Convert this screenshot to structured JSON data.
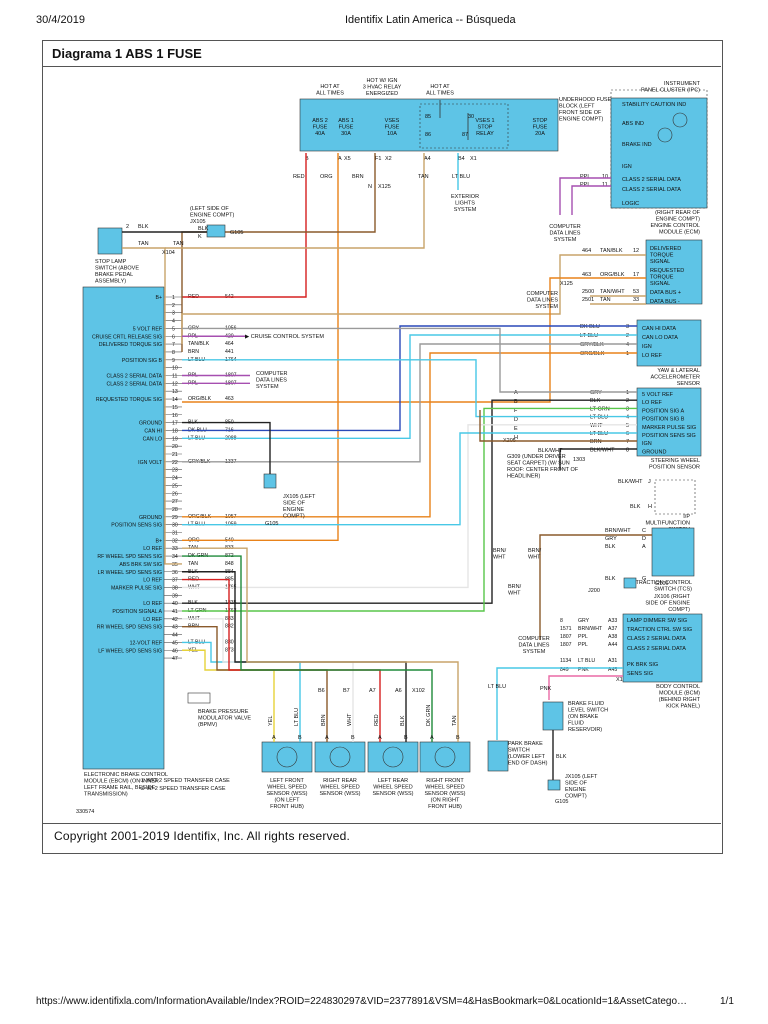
{
  "header": {
    "date": "30/4/2019",
    "title": "Identifix Latin America -- Búsqueda"
  },
  "diagram": {
    "title": "Diagrama 1 ABS 1 FUSE",
    "copyright": "Copyright 2001-2019 Identifix, Inc. All rights reserved.",
    "figure_number": "330574",
    "hot_labels": [
      "HOT AT ALL TIMES",
      "HOT W/ IGN 3 HVAC RELAY ENERGIZED",
      "HOT AT ALL TIMES"
    ],
    "fuse_block_label": "UNDERHOOD FUSE BLOCK (LEFT FRONT SIDE OF ENGINE COMPT)",
    "fuses": [
      {
        "name": "ABS 2 FUSE",
        "rating": "40A"
      },
      {
        "name": "ABS 1 FUSE",
        "rating": "30A"
      },
      {
        "name": "VSES FUSE",
        "rating": "10A"
      },
      {
        "name": "VSES 1 STOP RELAY",
        "rating": ""
      },
      {
        "name": "STOP FUSE",
        "rating": "20A"
      }
    ],
    "relay_pins": [
      "85",
      "30",
      "86",
      "87"
    ],
    "fuse_pins": [
      "B",
      "A",
      "X5",
      "F1",
      "X2",
      "A4",
      "B4",
      "X1"
    ],
    "ebcm": {
      "name": "ELECTRONIC BRAKE CONTROL MODULE (EBCM) (ON INNER LEFT FRAME RAIL, BESIDE TRANSMISSION)",
      "pins": [
        {
          "n": "1",
          "label": "B+",
          "color": "RED",
          "circuit": "542"
        },
        {
          "n": "2",
          "label": "",
          "color": "",
          "circuit": ""
        },
        {
          "n": "3",
          "label": "",
          "color": "",
          "circuit": ""
        },
        {
          "n": "4",
          "label": "",
          "color": "",
          "circuit": ""
        },
        {
          "n": "5",
          "label": "5 VOLT REF",
          "color": "GRY",
          "circuit": "1056"
        },
        {
          "n": "6",
          "label": "CRUISE CRTL RELEASE SIG",
          "color": "PPL",
          "circuit": "420"
        },
        {
          "n": "7",
          "label": "DELIVERED TORQUE SIG",
          "color": "TAN/BLK",
          "circuit": "464"
        },
        {
          "n": "8",
          "label": "",
          "color": "BRN",
          "circuit": "441"
        },
        {
          "n": "9",
          "label": "POSITION SIG B",
          "color": "LT BLU",
          "circuit": "1764"
        },
        {
          "n": "10",
          "label": "",
          "color": "",
          "circuit": ""
        },
        {
          "n": "11",
          "label": "CLASS 2 SERIAL DATA",
          "color": "PPL",
          "circuit": "1807"
        },
        {
          "n": "12",
          "label": "CLASS 2 SERIAL DATA",
          "color": "PPL",
          "circuit": "1807"
        },
        {
          "n": "13",
          "label": "",
          "color": "",
          "circuit": ""
        },
        {
          "n": "14",
          "label": "REQUESTED TORQUE SIG",
          "color": "ORG/BLK",
          "circuit": "463"
        },
        {
          "n": "15",
          "label": "",
          "color": "",
          "circuit": ""
        },
        {
          "n": "16",
          "label": "",
          "color": "",
          "circuit": ""
        },
        {
          "n": "17",
          "label": "GROUND",
          "color": "BLK",
          "circuit": "850"
        },
        {
          "n": "18",
          "label": "CAN HI",
          "color": "DK BLU",
          "circuit": "716"
        },
        {
          "n": "19",
          "label": "CAN LO",
          "color": "LT BLU",
          "circuit": "2088"
        },
        {
          "n": "20",
          "label": "",
          "color": "",
          "circuit": ""
        },
        {
          "n": "21",
          "label": "",
          "color": "",
          "circuit": ""
        },
        {
          "n": "22",
          "label": "IGN VOLT",
          "color": "GRY/BLK",
          "circuit": "1337"
        },
        {
          "n": "23",
          "label": "",
          "color": "",
          "circuit": ""
        },
        {
          "n": "24",
          "label": "",
          "color": "",
          "circuit": ""
        },
        {
          "n": "25",
          "label": "",
          "color": "",
          "circuit": ""
        },
        {
          "n": "26",
          "label": "",
          "color": "",
          "circuit": ""
        },
        {
          "n": "27",
          "label": "",
          "color": "",
          "circuit": ""
        },
        {
          "n": "28",
          "label": "",
          "color": "",
          "circuit": ""
        },
        {
          "n": "29",
          "label": "GROUND",
          "color": "ORG/BLK",
          "circuit": "1057"
        },
        {
          "n": "30",
          "label": "POSITION SENS SIG",
          "color": "LT BLU",
          "circuit": "1059"
        },
        {
          "n": "31",
          "label": "",
          "color": "",
          "circuit": ""
        },
        {
          "n": "32",
          "label": "B+",
          "color": "ORG",
          "circuit": "540"
        },
        {
          "n": "33",
          "label": "LO REF",
          "color": "TAN",
          "circuit": "833"
        },
        {
          "n": "34",
          "label": "RF WHEEL SPD SENS SIG",
          "color": "DK GRN",
          "circuit": "872"
        },
        {
          "n": "35",
          "label": "ABS BRK SW SIG",
          "color": "TAN",
          "circuit": "848"
        },
        {
          "n": "36",
          "label": "LR WHEEL SPD SENS SIG",
          "color": "BLK",
          "circuit": "884"
        },
        {
          "n": "37",
          "label": "LO REF",
          "color": "RED",
          "circuit": "885"
        },
        {
          "n": "38",
          "label": "MARKER PULSE SIG",
          "color": "WHT",
          "circuit": "1765"
        },
        {
          "n": "39",
          "label": "",
          "color": "",
          "circuit": ""
        },
        {
          "n": "40",
          "label": "LO REF",
          "color": "BLK",
          "circuit": "1835"
        },
        {
          "n": "41",
          "label": "POSITION SIGNAL A",
          "color": "LT GRN",
          "circuit": "1763"
        },
        {
          "n": "42",
          "label": "LO REF",
          "color": "WHT",
          "circuit": "883"
        },
        {
          "n": "43",
          "label": "RR WHEEL SPD SENS SIG",
          "color": "BRN",
          "circuit": "882"
        },
        {
          "n": "44",
          "label": "",
          "color": "",
          "circuit": ""
        },
        {
          "n": "45",
          "label": "12-VOLT REF",
          "color": "LT BLU",
          "circuit": "830"
        },
        {
          "n": "46",
          "label": "LF WHEEL SPD SENS SIG",
          "color": "YEL",
          "circuit": "873"
        },
        {
          "n": "47",
          "label": "",
          "color": "",
          "circuit": ""
        }
      ]
    },
    "cruise_label": "CRUISE CONTROL SYSTEM",
    "cds_label": "COMPUTER DATA LINES SYSTEM",
    "ipc": {
      "name": "INSTRUMENT PANEL CLUSTER (IPC)",
      "items": [
        "STABILITY CAUTION IND",
        "ABS IND",
        "BRAKE IND",
        "IGN",
        "CLASS 2 SERIAL DATA",
        "CLASS 2 SERIAL DATA",
        "LOGIC"
      ],
      "pins": [
        {
          "color": "PPL",
          "n": "10"
        },
        {
          "color": "PPL",
          "n": "11"
        }
      ]
    },
    "ecm": {
      "name": "(RIGHT REAR OF ENGINE COMPT) ENGINE CONTROL MODULE (ECM)",
      "items": [
        "DELIVERED TORQUE SIGNAL",
        "REQUESTED TORQUE SIGNAL",
        "DATA BUS +",
        "DATA BUS -"
      ],
      "pins": [
        {
          "circuit": "464",
          "color": "TAN/BLK",
          "n": "12"
        },
        {
          "circuit": "463",
          "color": "ORG/BLK",
          "n": "17"
        },
        {
          "circuit": "2500",
          "color": "TAN/WHT",
          "n": "53"
        },
        {
          "circuit": "2501",
          "color": "TAN",
          "n": "33"
        }
      ],
      "connector": "X125"
    },
    "yaw": {
      "name": "YAW & LATERAL ACCELEROMETER SENSOR",
      "items": [
        "CAN HI DATA",
        "CAN LO DATA",
        "IGN",
        "LO REF"
      ],
      "pins": [
        {
          "color": "DK BLU",
          "n": "3"
        },
        {
          "color": "LT BLU",
          "n": "2"
        },
        {
          "color": "GRY/BLK",
          "n": "4"
        },
        {
          "color": "ORG/BLK",
          "n": "1"
        }
      ]
    },
    "steering": {
      "name": "STEERING WHEEL POSITION SENSOR",
      "items": [
        "5 VOLT REF",
        "LO REF",
        "POSITION SIG A",
        "POSITION SIG B",
        "MARKER PULSE SIG",
        "POSITION SENS SIG",
        "IGN",
        "GROUND"
      ],
      "pins": [
        {
          "color": "GRY",
          "n": "1"
        },
        {
          "color": "BLK",
          "n": "2"
        },
        {
          "color": "LT GRN",
          "n": "3"
        },
        {
          "color": "LT BLU",
          "n": "4"
        },
        {
          "color": "WHT",
          "n": "5"
        },
        {
          "color": "LT BLU",
          "n": "6"
        },
        {
          "color": "BRN",
          "n": "7"
        },
        {
          "color": "BLK/WHT",
          "n": "8"
        }
      ],
      "connector_letters": [
        "A",
        "B",
        "F",
        "D",
        "E",
        "H"
      ],
      "connector": "X205"
    },
    "ground_g309": "G309 (UNDER DRIVER SEAT CARPET) (W/ SUN ROOF: CENTER FRONT OF HEADLINER)",
    "circuit_1303": "1303",
    "imf_switch": {
      "name": "I/P MULTIFUNCTION SWITCH",
      "wire": "BLK/WHT",
      "pins": [
        "J",
        "H"
      ],
      "blk": "BLK"
    },
    "tcs": {
      "name": "TRACTION CONTROL SWITCH (TCS)",
      "wires": [
        {
          "color": "BRN/WHT",
          "pin": "C"
        },
        {
          "color": "GRY",
          "pin": "D"
        },
        {
          "color": "BLK",
          "pin": "A"
        },
        {
          "color": "BLK",
          "pin": "G"
        }
      ],
      "splice": "J200",
      "ground": "G106",
      "jx": "JX106 (RIGHT SIDE OF ENGINE COMPT)"
    },
    "bcm": {
      "name": "BODY CONTROL MODULE (BCM) (BEHIND RIGHT KICK PANEL)",
      "items": [
        "LAMP DIMMER SW SIG",
        "TRACTION CTRL SW SIG",
        "CLASS 2 SERIAL DATA",
        "CLASS 2 SERIAL DATA",
        "PK BRK SIG",
        "SENS SIG"
      ],
      "pins": [
        {
          "circuit": "8",
          "color": "GRY",
          "n": "A33"
        },
        {
          "circuit": "1571",
          "color": "BRN/WHT",
          "n": "A37"
        },
        {
          "circuit": "1807",
          "color": "PPL",
          "n": "A38"
        },
        {
          "circuit": "1807",
          "color": "PPL",
          "n": "A44"
        },
        {
          "circuit": "1134",
          "color": "LT BLU",
          "n": "A31"
        },
        {
          "circuit": "849",
          "color": "PNK",
          "n": "A45"
        }
      ],
      "connector": "X1"
    },
    "brake_fluid": "BRAKE FLUID LEVEL SWITCH (ON BRAKE FLUID RESERVOIR)",
    "park_brake": "PARK BRAKE SWITCH (LOWER LEFT END OF DASH)",
    "stop_lamp": "STOP LAMP SWITCH (ABOVE BRAKE PEDAL ASSEMBLY)",
    "jx105": "JX105 (LEFT SIDE OF ENGINE COMPT)",
    "g105": "G105",
    "exterior": "EXTERIOR LIGHTS SYSTEM",
    "bpmv": "BRAKE PRESSURE MODULATOR VALVE (BPMV)",
    "wheel_sensors": [
      {
        "name": "LEFT FRONT WHEEL SPEED SENSOR (WSS) (ON LEFT FRONT HUB)",
        "wires": [
          "YEL",
          "LT BLU"
        ]
      },
      {
        "name": "RIGHT REAR WHEEL SPEED SENSOR (WSS)",
        "wires": [
          "BRN",
          "WHT"
        ]
      },
      {
        "name": "LEFT REAR WHEEL SPEED SENSOR (WSS)",
        "wires": [
          "RED",
          "BLK"
        ]
      },
      {
        "name": "RIGHT FRONT WHEEL SPEED SENSOR (WSS) (ON RIGHT FRONT HUB)",
        "wires": [
          "DK GRN",
          "TAN"
        ]
      }
    ],
    "connector_x102": [
      "B6",
      "B7",
      "A7",
      "A6",
      "X102"
    ],
    "notes": [
      "W/O 2 SPEED TRANSFER CASE",
      "W/ 2 SPEED TRANSFER CASE"
    ],
    "wire_colors": {
      "RED": "#d62020",
      "ORG": "#e8821a",
      "BRN": "#8a5a2b",
      "TAN": "#c8a46a",
      "PPL": "#a64fb0",
      "LT BLU": "#48c8e6",
      "DK BLU": "#2a49b8",
      "GRY": "#9a9a9a",
      "BLK": "#222222",
      "WHT": "#e5e5e5",
      "YEL": "#e6d23a",
      "LT GRN": "#58c64a",
      "DK GRN": "#1f8a3a",
      "PNK": "#ea6aa5",
      "MODULE": "#5ec4e6"
    }
  },
  "footer": {
    "url": "https://www.identifixla.com/InformationAvailable/Index?ROID=224830297&VID=2377891&VSM=4&HasBookmark=0&LocationId=1&AssetCatego…",
    "page": "1/1"
  }
}
